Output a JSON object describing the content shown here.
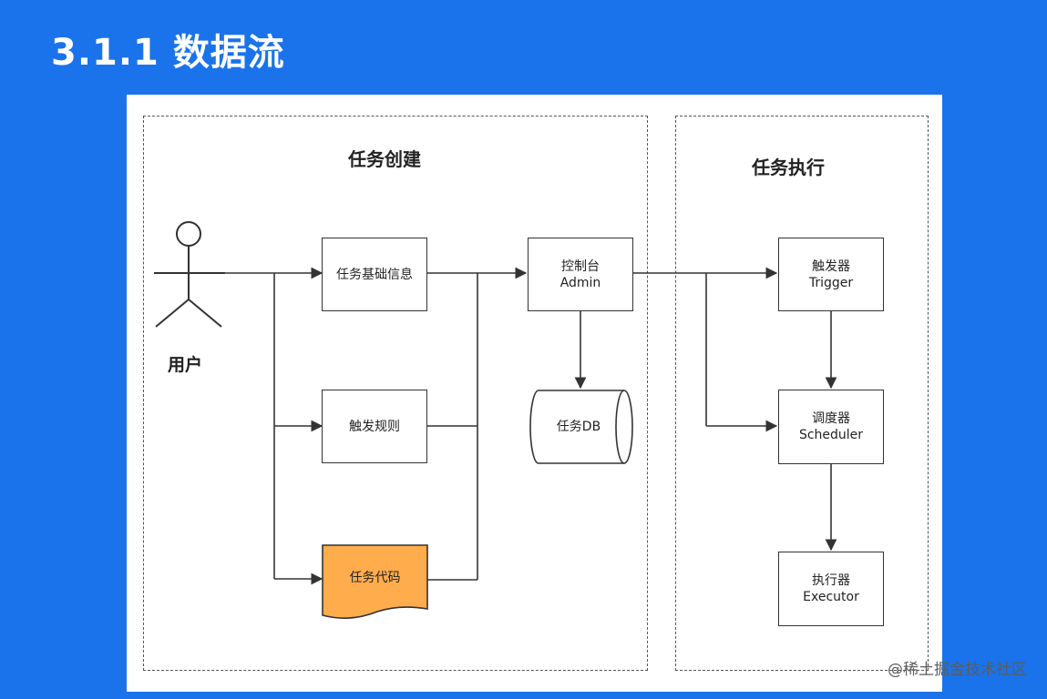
{
  "slide": {
    "title": "3.1.1 数据流",
    "watermark": "@稀土掘金技术社区"
  },
  "diagram": {
    "groups": {
      "creation": "任务创建",
      "execution": "任务执行"
    },
    "actor": "用户",
    "nodes": {
      "task_info": "任务基础信息",
      "trigger_rule": "触发规则",
      "task_code": "任务代码",
      "admin_line1": "控制台",
      "admin_line2": "Admin",
      "task_db": "任务DB",
      "trigger_line1": "触发器",
      "trigger_line2": "Trigger",
      "scheduler_line1": "调度器",
      "scheduler_line2": "Scheduler",
      "executor_line1": "执行器",
      "executor_line2": "Executor"
    },
    "colors": {
      "background": "#1a73ea",
      "task_code_fill": "#ffac4c",
      "stroke": "#333333"
    }
  }
}
